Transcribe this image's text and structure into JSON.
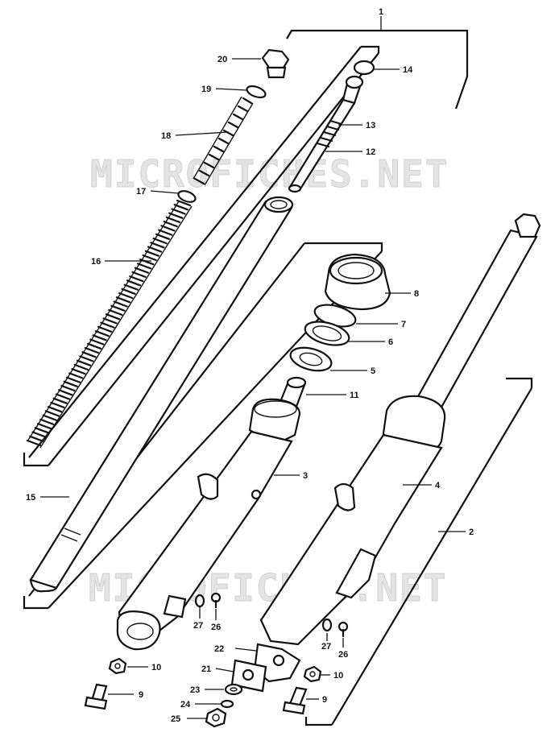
{
  "watermark": {
    "text": "MICROFICHES.NET"
  },
  "callouts": {
    "p1": "1",
    "p2": "2",
    "p3": "3",
    "p4": "4",
    "p5": "5",
    "p6": "6",
    "p7": "7",
    "p8": "8",
    "p9a": "9",
    "p9b": "9",
    "p10a": "10",
    "p10b": "10",
    "p11": "11",
    "p12": "12",
    "p13": "13",
    "p14": "14",
    "p15": "15",
    "p16": "16",
    "p17": "17",
    "p18": "18",
    "p19": "19",
    "p20": "20",
    "p21": "21",
    "p22": "22",
    "p23": "23",
    "p24": "24",
    "p25": "25",
    "p26a": "26",
    "p26b": "26",
    "p27a": "27",
    "p27b": "27"
  }
}
